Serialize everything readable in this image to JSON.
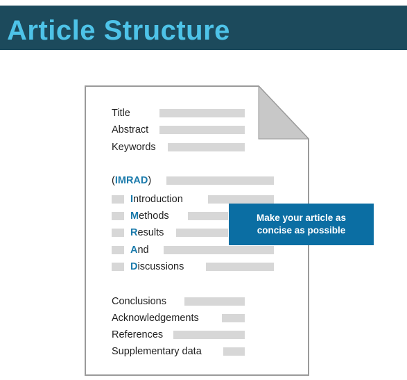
{
  "header": {
    "title": "Article Structure",
    "bg_color": "#1c4a5c",
    "title_color": "#4ec3e8"
  },
  "document": {
    "front_matter": [
      "Title",
      "Abstract",
      "Keywords"
    ],
    "imrad_heading": {
      "open": "(",
      "acronym": "IMRAD",
      "close": ")"
    },
    "imrad_items": [
      {
        "initial": "I",
        "rest": "ntroduction"
      },
      {
        "initial": "M",
        "rest": "ethods"
      },
      {
        "initial": "R",
        "rest": "esults"
      },
      {
        "initial": "A",
        "rest": "nd"
      },
      {
        "initial": "D",
        "rest": "iscussions"
      }
    ],
    "back_matter": [
      "Conclusions",
      "Acknowledgements",
      "References",
      "Supplementary data"
    ]
  },
  "callout": {
    "line1": "Make your article as",
    "line2": "concise as possible",
    "bg_color": "#0b6ea3"
  },
  "colors": {
    "accent": "#1a7aab",
    "placeholder_bar": "#d7d7d7",
    "page_border": "#9a9a9a",
    "page_fold": "#c8c8c8"
  }
}
